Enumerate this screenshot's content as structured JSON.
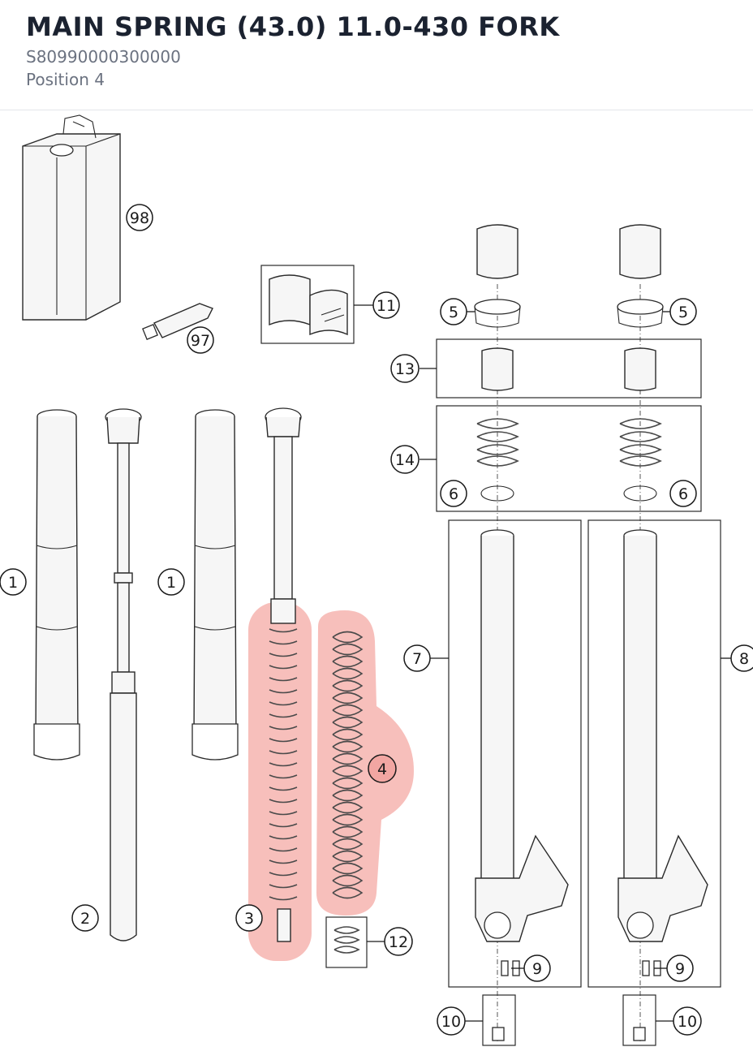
{
  "header": {
    "title": "MAIN SPRING (43.0) 11.0-430 FORK",
    "part_number": "S80990000300000",
    "position": "Position 4"
  },
  "diagram": {
    "highlight_color": "#f08a84",
    "highlighted_position": "4",
    "callouts": [
      {
        "id": "98",
        "label": "98"
      },
      {
        "id": "97",
        "label": "97"
      },
      {
        "id": "11",
        "label": "11"
      },
      {
        "id": "5a",
        "label": "5"
      },
      {
        "id": "5b",
        "label": "5"
      },
      {
        "id": "13",
        "label": "13"
      },
      {
        "id": "14",
        "label": "14"
      },
      {
        "id": "6a",
        "label": "6"
      },
      {
        "id": "6b",
        "label": "6"
      },
      {
        "id": "1a",
        "label": "1"
      },
      {
        "id": "1b",
        "label": "1"
      },
      {
        "id": "7",
        "label": "7"
      },
      {
        "id": "8",
        "label": "8"
      },
      {
        "id": "4",
        "label": "4"
      },
      {
        "id": "2",
        "label": "2"
      },
      {
        "id": "3",
        "label": "3"
      },
      {
        "id": "12",
        "label": "12"
      },
      {
        "id": "9a",
        "label": "9"
      },
      {
        "id": "9b",
        "label": "9"
      },
      {
        "id": "10a",
        "label": "10"
      },
      {
        "id": "10b",
        "label": "10"
      }
    ]
  }
}
